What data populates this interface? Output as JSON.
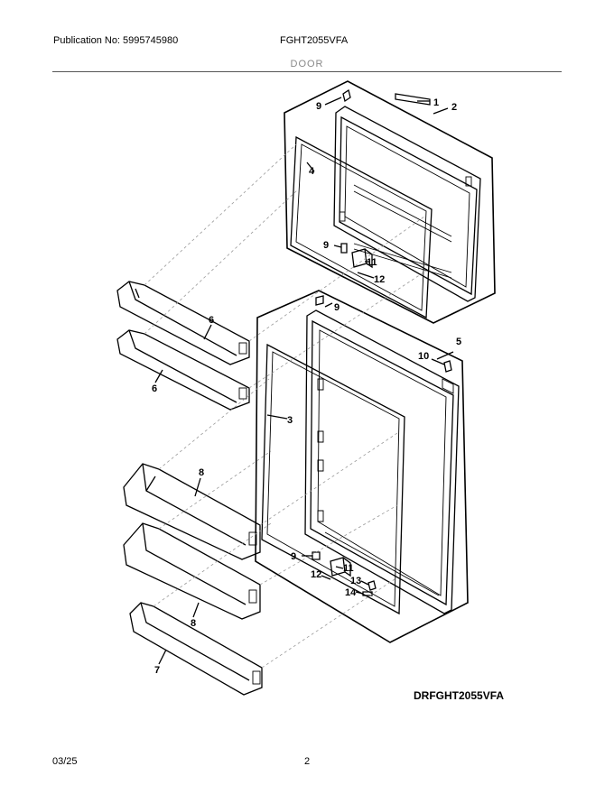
{
  "header": {
    "publication": "Publication No: 5995745980",
    "model": "FGHT2055VFA",
    "section": "DOOR"
  },
  "callouts": {
    "c1": "1",
    "c2": "2",
    "c3": "3",
    "c4": "4",
    "c5": "5",
    "c6a": "6",
    "c6b": "6",
    "c7": "7",
    "c8a": "8",
    "c8b": "8",
    "c9a": "9",
    "c9b": "9",
    "c9c": "9",
    "c9d": "9",
    "c10": "10",
    "c11a": "11",
    "c11b": "11",
    "c12a": "12",
    "c12b": "12",
    "c13": "13",
    "c14": "14"
  },
  "drawing_code": "DRFGHT2055VFA",
  "footer": {
    "date": "03/25",
    "page": "2"
  }
}
